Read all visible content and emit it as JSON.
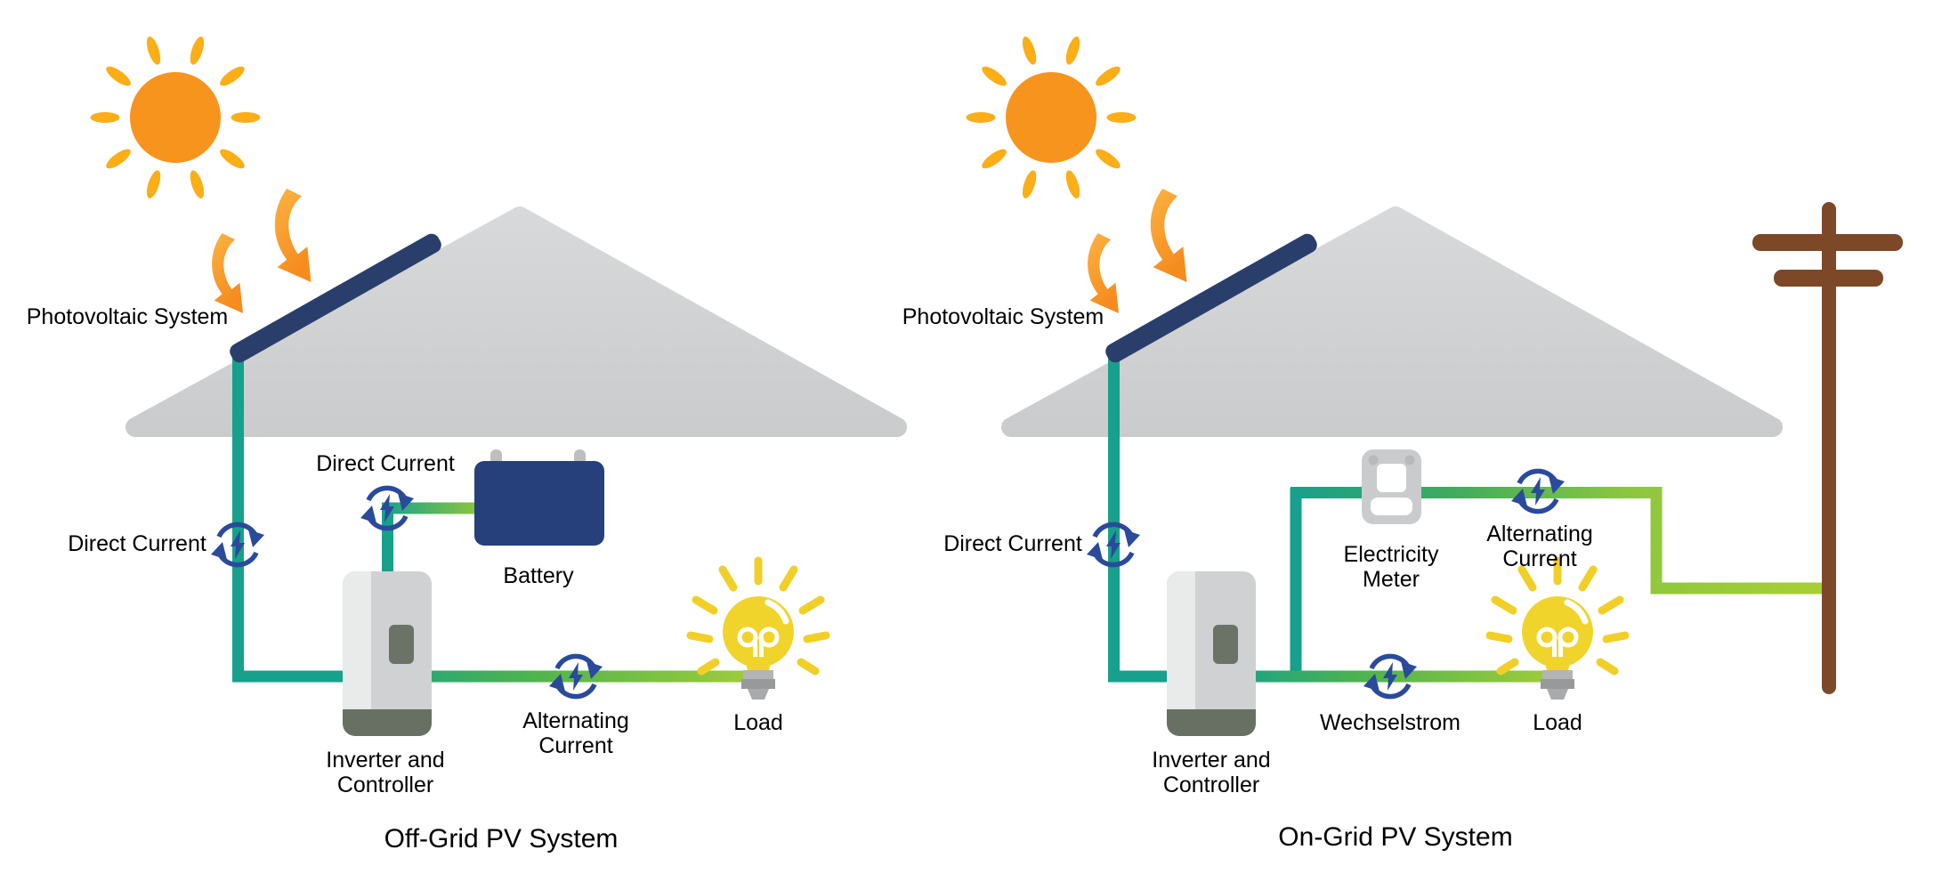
{
  "left": {
    "title": "Off-Grid PV System",
    "pv_label": "Photovoltaic System",
    "dc_wire_label": "Direct Current",
    "dc_battery_label": "Direct Current",
    "battery_label": "Battery",
    "inverter_label": "Inverter and Controller",
    "ac_label": "Alternating Current",
    "load_label": "Load"
  },
  "right": {
    "title": "On-Grid PV System",
    "pv_label": "Photovoltaic System",
    "dc_wire_label": "Direct Current",
    "meter_label": "Electricity Meter",
    "ac_label": "Alternating Current",
    "ac_label_de": "Wechselstrom",
    "inverter_label": "Inverter and Controller",
    "load_label": "Load"
  },
  "colors": {
    "sun": "#F7941E",
    "sun_rays": "#FCAE17",
    "arrow_orange": "#F68B1E",
    "panel_navy": "#2A3E6B",
    "roof_gray": "#D2D4D5",
    "wire_dc_teal": "#17A08B",
    "wire_mid_green": "#5BB54B",
    "wire_ac_green": "#A6CE39",
    "converter_blue": "#2A4A9B",
    "battery_navy": "#25407A",
    "inverter_body": "#CFD1D2",
    "inverter_accent": "#687063",
    "bulb_yellow": "#F0D42C",
    "meter_gray": "#C9CBCC",
    "pole_brown": "#7D4827",
    "text": "#000000"
  }
}
